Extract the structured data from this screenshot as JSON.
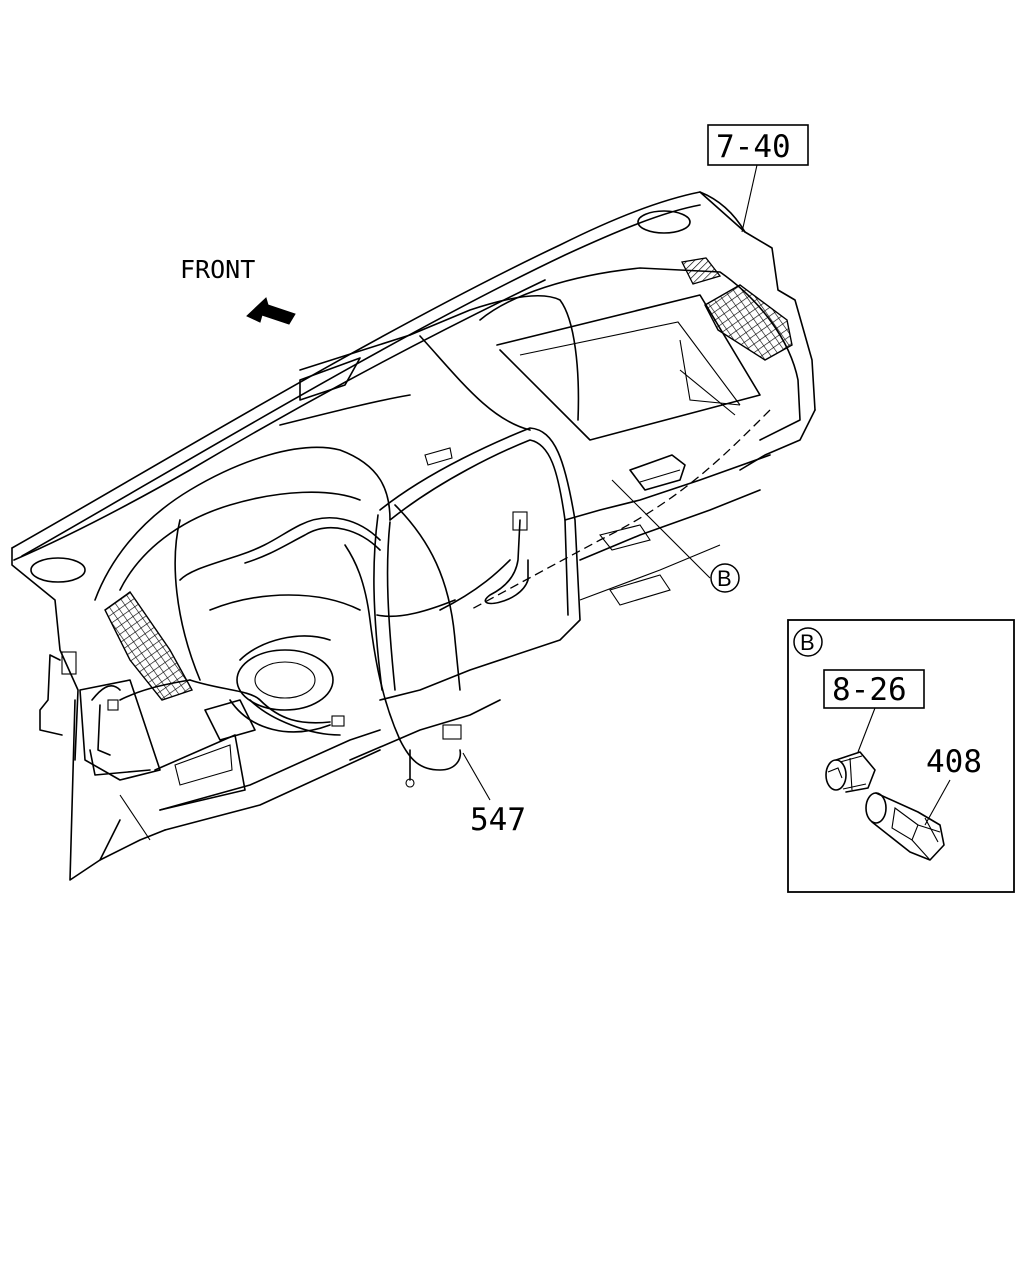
{
  "labels": {
    "ref_instrument_panel": "7-40",
    "front": "FRONT",
    "part_547": "547",
    "detail_marker": "B",
    "detail_title": "B",
    "ref_socket": "8-26",
    "part_408": "408"
  },
  "icons": {
    "front_arrow": "arrow-up-left-icon"
  }
}
